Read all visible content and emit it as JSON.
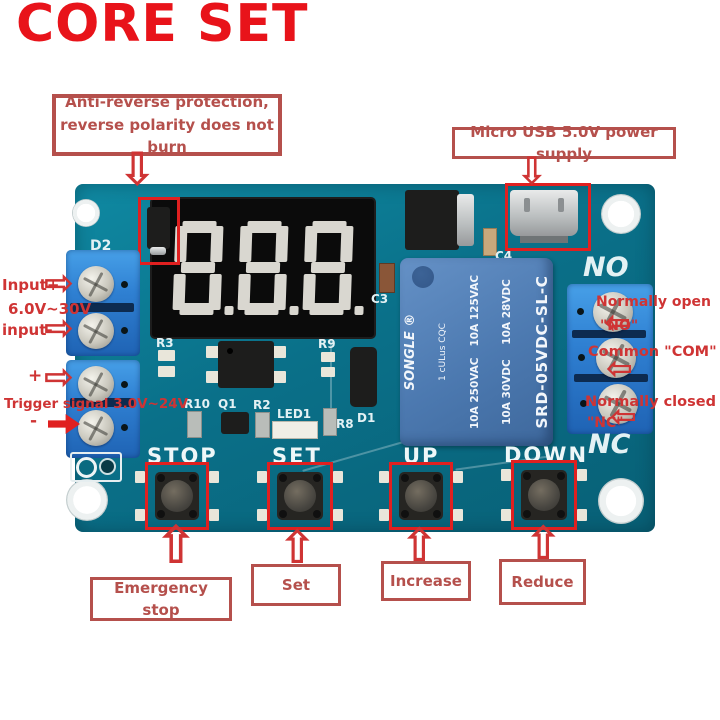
{
  "logo": {
    "text": "CORE SET",
    "color": "#e8131a"
  },
  "icons": {
    "arrow_up": "⇧",
    "arrow_down": "⇩",
    "arrow_left": "⇦",
    "arrow_right": "⇨"
  },
  "callouts": {
    "anti_reverse_line1": "Anti-reverse protection,",
    "anti_reverse_line2": "reverse polarity does not burn",
    "usb": "Micro USB 5.0V power supply",
    "emergency": "Emergency stop",
    "set": "Set",
    "increase": "Increase",
    "reduce": "Reduce"
  },
  "left_labels": {
    "input_plus": "Input+",
    "input_range": "6.0V~30V",
    "input_minus": "input-",
    "trigger_plus": "+",
    "trigger": "Trigger signal 3.0V~24V",
    "trigger_minus": "-"
  },
  "right_labels": {
    "no_line1": "Normally open",
    "no_line2": "\"NO\"",
    "com": "Common \"COM\"",
    "nc_line1": "Normally closed",
    "nc_line2": "\"NC\""
  },
  "silkscreen": {
    "d2": "D2",
    "c3": "C3",
    "c4": "C4",
    "r3": "R3",
    "r9": "R9",
    "r10": "R10",
    "q1": "Q1",
    "r2": "R2",
    "led1": "LED1",
    "r8": "R8",
    "d1": "D1",
    "no": "NO",
    "nc": "NC",
    "stop": "STOP",
    "set": "SET",
    "up": "UP",
    "down": "DOWN"
  },
  "relay": {
    "brand": "SONGLE ®",
    "cert": "1  cULus   CQC",
    "rating_ac": "10A 250VAC   10A 125VAC",
    "rating_dc": "10A 30VDC    10A 28VDC",
    "model": "SRD-05VDC-SL-C"
  },
  "display": {
    "state": "off",
    "digits": "8.8.8."
  },
  "colors": {
    "logo_red": "#e8131a",
    "annotation_red": "#cf3434",
    "callout_red": "#b5504c",
    "frame_red": "#e02020",
    "pcb_teal": "#0b7e96",
    "terminal_blue": "#2f80d2",
    "relay_blue": "#4e7cb2",
    "display_bg": "#0b0b0b",
    "segment_gray": "#d9d7d0"
  }
}
